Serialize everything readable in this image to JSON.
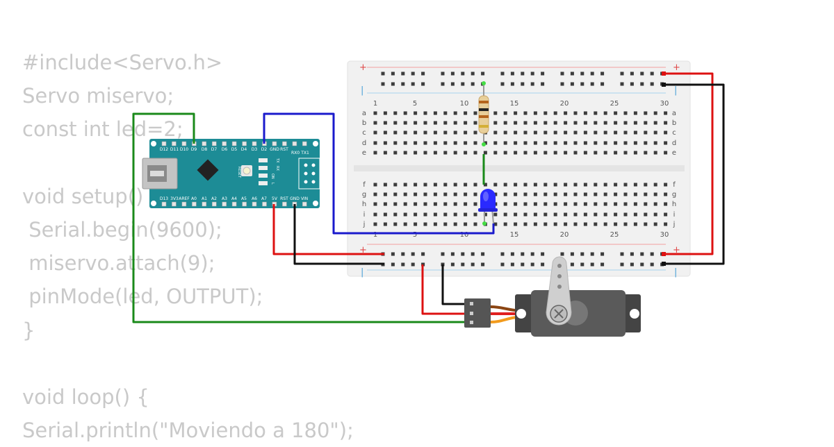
{
  "code_lines": [
    "#include<Servo.h>",
    "Servo miservo;",
    "const int led=2;",
    "",
    "void setup() {",
    " Serial.begin(9600);",
    " miservo.attach(9);",
    " pinMode(led, OUTPUT);",
    "}",
    "",
    "void loop() {",
    "Serial.println(\"Moviendo a 180\");"
  ],
  "arduino": {
    "top_pins": [
      "D12",
      "D11",
      "D10",
      "D9",
      "D8",
      "D7",
      "D6",
      "D5",
      "D4",
      "D3",
      "D2",
      "GND",
      "RST",
      "RX0",
      "TX1"
    ],
    "bottom_pins": [
      "D13",
      "3V3",
      "AREF",
      "A0",
      "A1",
      "A2",
      "A3",
      "A4",
      "A5",
      "A6",
      "A7",
      "5V",
      "RST",
      "GND",
      "VIN"
    ],
    "reset_label": "RESET",
    "led_labels": [
      "TX",
      "RX",
      "ON",
      "L"
    ],
    "board_color": "#1d8c96"
  },
  "breadboard": {
    "column_numbers": [
      "1",
      "5",
      "10",
      "15",
      "20",
      "25",
      "30"
    ],
    "rows_top": [
      "a",
      "b",
      "c",
      "d",
      "e"
    ],
    "rows_bottom": [
      "f",
      "g",
      "h",
      "i",
      "j"
    ],
    "rail_plus": "+",
    "rail_minus": "|"
  },
  "wire_colors": {
    "green": "#1a8a1a",
    "blue": "#1a1acc",
    "red": "#dd1111",
    "black": "#111111"
  },
  "components": {
    "resistor_bands": [
      "#b5651d",
      "#222222",
      "#b5651d",
      "#d4af37"
    ],
    "led_color": "#2a2aff",
    "servo_body": "#5a5a5a",
    "servo_horn": "#cfcfcf"
  }
}
